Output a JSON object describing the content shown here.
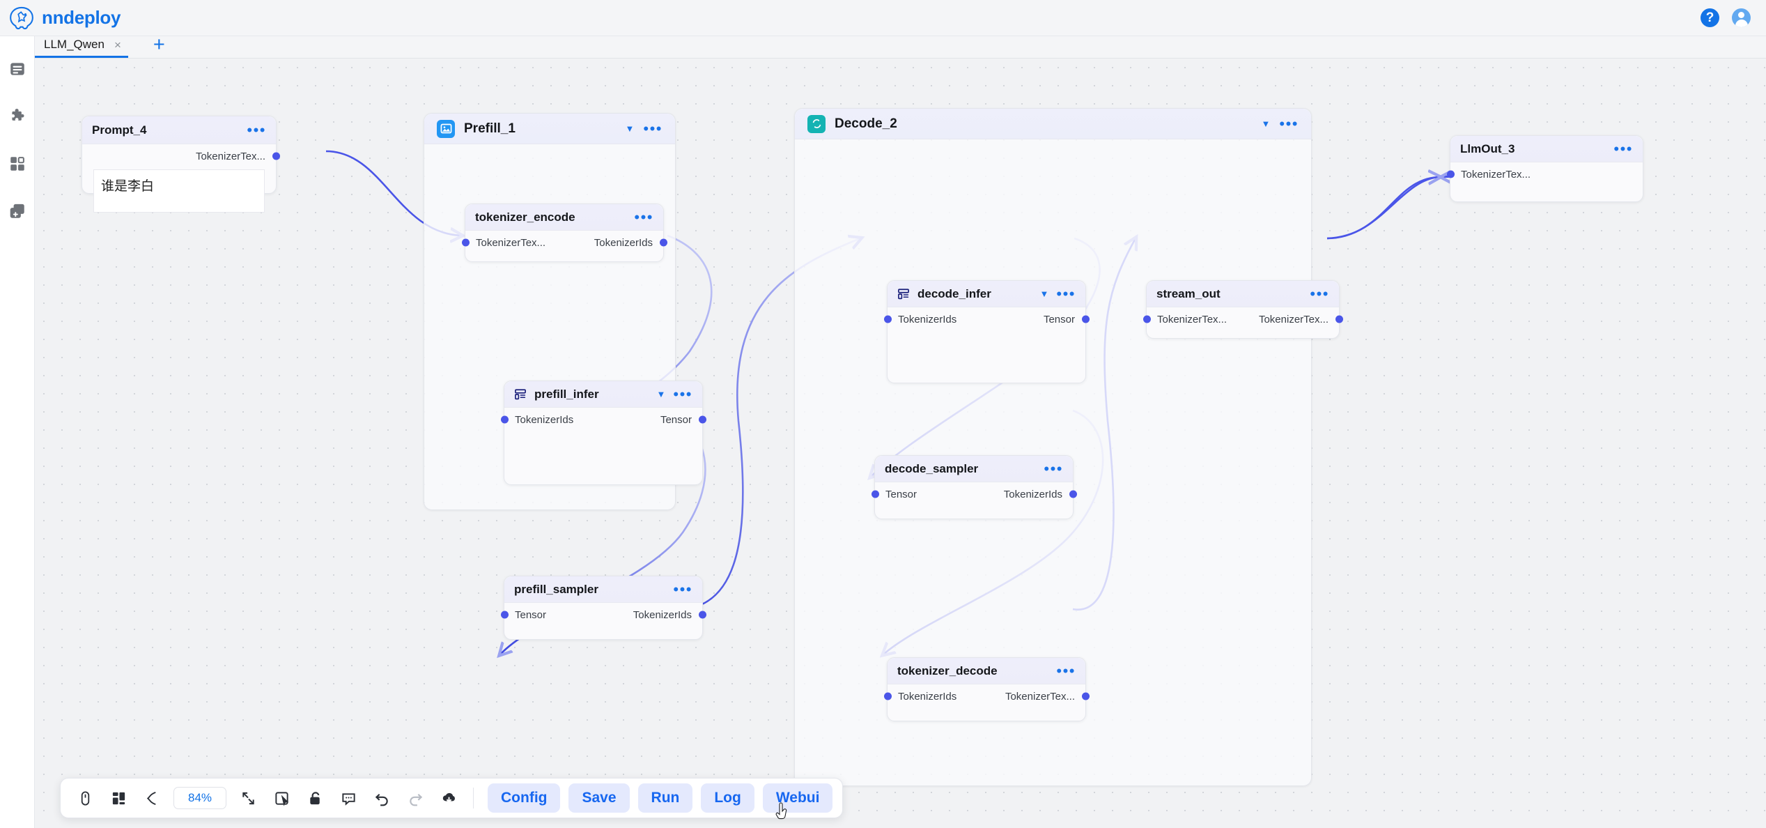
{
  "app": {
    "brand": "nndeploy",
    "help_icon": "help-circle-icon",
    "avatar_icon": "user-avatar-icon"
  },
  "sidebar": {
    "items": [
      {
        "icon": "document-list-icon",
        "name": "workflow"
      },
      {
        "icon": "puzzle-piece-icon",
        "name": "plugins"
      },
      {
        "icon": "grid-squares-icon",
        "name": "nodes"
      },
      {
        "icon": "add-layers-icon",
        "name": "templates"
      }
    ]
  },
  "tabs": {
    "items": [
      {
        "label": "LLM_Qwen",
        "close": "×",
        "active": true
      }
    ],
    "add_label": "+"
  },
  "graph": {
    "groups": [
      {
        "id": "prefill",
        "title": "Prefill_1",
        "icon": "image-icon",
        "icon_color": "#2196f3",
        "caret": "▼",
        "dots": "•••"
      },
      {
        "id": "decode",
        "title": "Decode_2",
        "icon": "loop-refresh-icon",
        "icon_color": "#14b3b3",
        "caret": "▼",
        "dots": "•••"
      }
    ],
    "nodes": [
      {
        "id": "prompt_4",
        "title": "Prompt_4",
        "dots": "•••",
        "outputs": [
          "TokenizerTex..."
        ],
        "inputs": [],
        "text_value": "谁是李白"
      },
      {
        "id": "tokenizer_encode",
        "title": "tokenizer_encode",
        "dots": "•••",
        "inputs": [
          "TokenizerTex..."
        ],
        "outputs": [
          "TokenizerIds"
        ]
      },
      {
        "id": "prefill_infer",
        "title": "prefill_infer",
        "icon": "table-layout-icon",
        "caret": "▼",
        "dots": "•••",
        "inputs": [
          "TokenizerIds"
        ],
        "outputs": [
          "Tensor"
        ]
      },
      {
        "id": "prefill_sampler",
        "title": "prefill_sampler",
        "dots": "•••",
        "inputs": [
          "Tensor"
        ],
        "outputs": [
          "TokenizerIds"
        ]
      },
      {
        "id": "decode_infer",
        "title": "decode_infer",
        "icon": "table-layout-icon",
        "caret": "▼",
        "dots": "•••",
        "inputs": [
          "TokenizerIds"
        ],
        "outputs": [
          "Tensor"
        ]
      },
      {
        "id": "decode_sampler",
        "title": "decode_sampler",
        "dots": "•••",
        "inputs": [
          "Tensor"
        ],
        "outputs": [
          "TokenizerIds"
        ]
      },
      {
        "id": "tokenizer_decode",
        "title": "tokenizer_decode",
        "dots": "•••",
        "inputs": [
          "TokenizerIds"
        ],
        "outputs": [
          "TokenizerTex..."
        ]
      },
      {
        "id": "stream_out",
        "title": "stream_out",
        "dots": "•••",
        "inputs": [
          "TokenizerTex..."
        ],
        "outputs": [
          "TokenizerTex..."
        ]
      },
      {
        "id": "llmout_3",
        "title": "LlmOut_3",
        "dots": "•••",
        "inputs": [
          "TokenizerTex..."
        ],
        "outputs": []
      }
    ]
  },
  "toolbar": {
    "icons": [
      {
        "name": "mouse-pointer-icon"
      },
      {
        "name": "dashboard-grid-icon"
      },
      {
        "name": "bezier-curve-icon"
      }
    ],
    "zoom_level": "84%",
    "icons_right": [
      {
        "name": "fit-view-icon"
      },
      {
        "name": "select-frame-icon"
      },
      {
        "name": "unlock-icon"
      },
      {
        "name": "comment-icon"
      },
      {
        "name": "undo-icon"
      },
      {
        "name": "redo-icon"
      },
      {
        "name": "cloud-download-icon"
      }
    ],
    "actions": [
      {
        "label": "Config",
        "name": "config-button"
      },
      {
        "label": "Save",
        "name": "save-button"
      },
      {
        "label": "Run",
        "name": "run-button"
      },
      {
        "label": "Log",
        "name": "log-button"
      },
      {
        "label": "Webui",
        "name": "webui-button"
      }
    ]
  },
  "colors": {
    "accent": "#1373e6",
    "edge": "#4a55e8",
    "group_decode_icon": "#14b3b3",
    "group_prefill_icon": "#2196f3",
    "button_bg": "#e4e9fd",
    "button_text": "#1767f0"
  }
}
